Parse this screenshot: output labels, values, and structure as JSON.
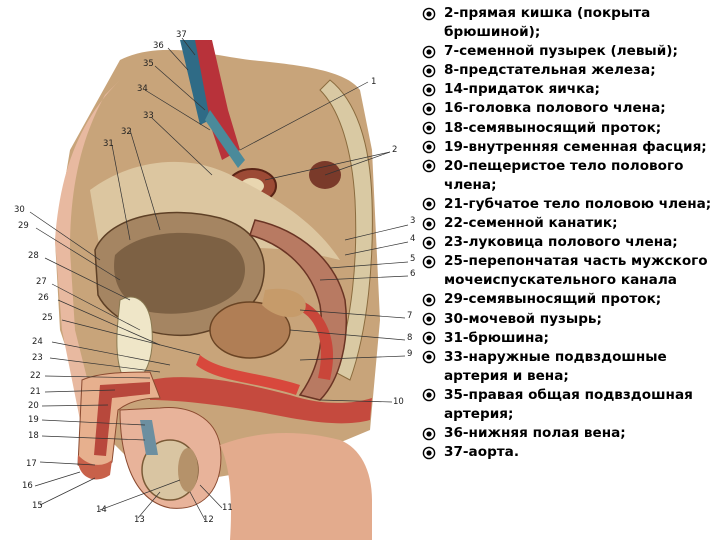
{
  "legend": {
    "bullet_icon": "circled-dot-icon",
    "items": [
      {
        "text": "2-прямая кишка (покрыта брюшиной);"
      },
      {
        "text": "7-семенной пузырек (левый);"
      },
      {
        "text": "8-предстательная железа;"
      },
      {
        "text": "14-придаток яичка;"
      },
      {
        "text": "16-головка полового члена;"
      },
      {
        "text": "18-семявыносящий проток;"
      },
      {
        "text": "19-внутренняя семенная фасция;"
      },
      {
        "text": "20-пещеристое тело полового члена;"
      },
      {
        "text": "21-губчатое тело половою члена;"
      },
      {
        "text": "22-семенной канатик;"
      },
      {
        "text": "23-луковица полового члена;"
      },
      {
        "text": "25-перепончатая часть мужского мочеиспускательного канала"
      },
      {
        "text": "29-семявыносящий проток;"
      },
      {
        "text": "30-мочевой пузырь;"
      },
      {
        "text": "31-брюшина;"
      },
      {
        "text": "33-наружные подвздошные артерия и вена;"
      },
      {
        "text": "35-правая общая подвздошная артерия;"
      },
      {
        "text": " 36-нижняя полая вена;"
      },
      {
        "text": " 37-аорта."
      }
    ]
  },
  "figure": {
    "callouts": [
      "37",
      "36",
      "35",
      "34",
      "33",
      "32",
      "31",
      "1",
      "2",
      "30",
      "29",
      "3",
      "4",
      "28",
      "5",
      "6",
      "27",
      "26",
      "25",
      "7",
      "24",
      "8",
      "23",
      "9",
      "22",
      "21",
      "10",
      "20",
      "19",
      "18",
      "17",
      "16",
      "15",
      "14",
      "13",
      "12",
      "11"
    ]
  }
}
